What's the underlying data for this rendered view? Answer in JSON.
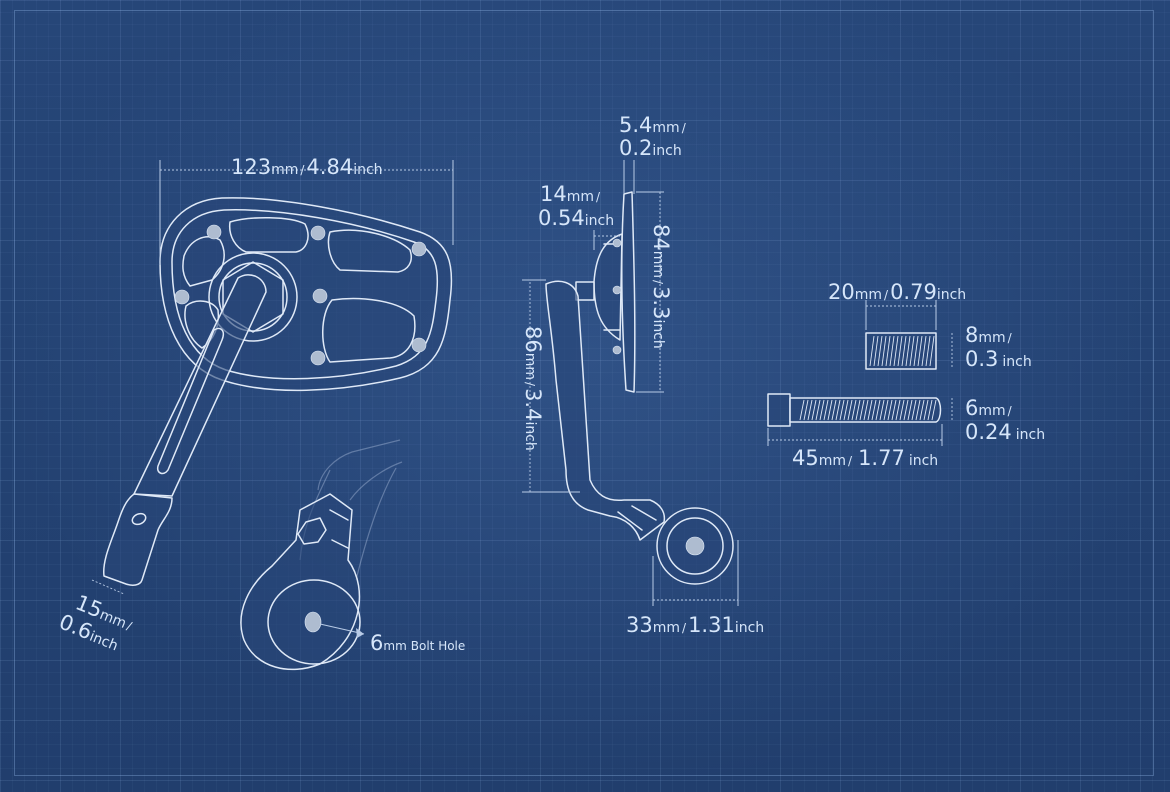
{
  "dimensions": {
    "mirror_width": {
      "value1": "123",
      "unit1": "mm",
      "sep": "/",
      "value2": "4.84",
      "unit2": "inch"
    },
    "arm_width": {
      "value1": "15",
      "unit1": "mm",
      "sep": "/",
      "value2": "0.6",
      "unit2": "inch"
    },
    "bolt_hole": {
      "value": "6",
      "unit": "mm",
      "text": "Bolt Hole"
    },
    "glass_thickness": {
      "value1": "5.4",
      "unit1": "mm",
      "sep": "/",
      "value2": "0.2",
      "unit2": "inch"
    },
    "head_depth": {
      "value1": "14",
      "unit1": "mm",
      "sep": "/",
      "value2": "0.54",
      "unit2": "inch"
    },
    "mirror_height": {
      "value1": "84",
      "unit1": "mm",
      "sep": "/",
      "value2": "3.3",
      "unit2": "inch"
    },
    "arm_height": {
      "value1": "86",
      "unit1": "mm",
      "sep": "/",
      "value2": "3.4",
      "unit2": "inch"
    },
    "clamp_diameter": {
      "value1": "33",
      "unit1": "mm",
      "sep": "/",
      "value2": "1.31",
      "unit2": "inch"
    },
    "spacer_length": {
      "value1": "20",
      "unit1": "mm",
      "sep": "/",
      "value2": "0.79",
      "unit2": "inch"
    },
    "spacer_diameter": {
      "value1": "8",
      "unit1": "mm",
      "sep": "/",
      "value2": "0.3",
      "unit2": "inch"
    },
    "bolt_diameter": {
      "value1": "6",
      "unit1": "mm",
      "sep": "/",
      "value2": "0.24",
      "unit2": "inch"
    },
    "bolt_length": {
      "value1": "45",
      "unit1": "mm",
      "sep": "/",
      "value2": "1.77",
      "unit2": "inch"
    }
  }
}
